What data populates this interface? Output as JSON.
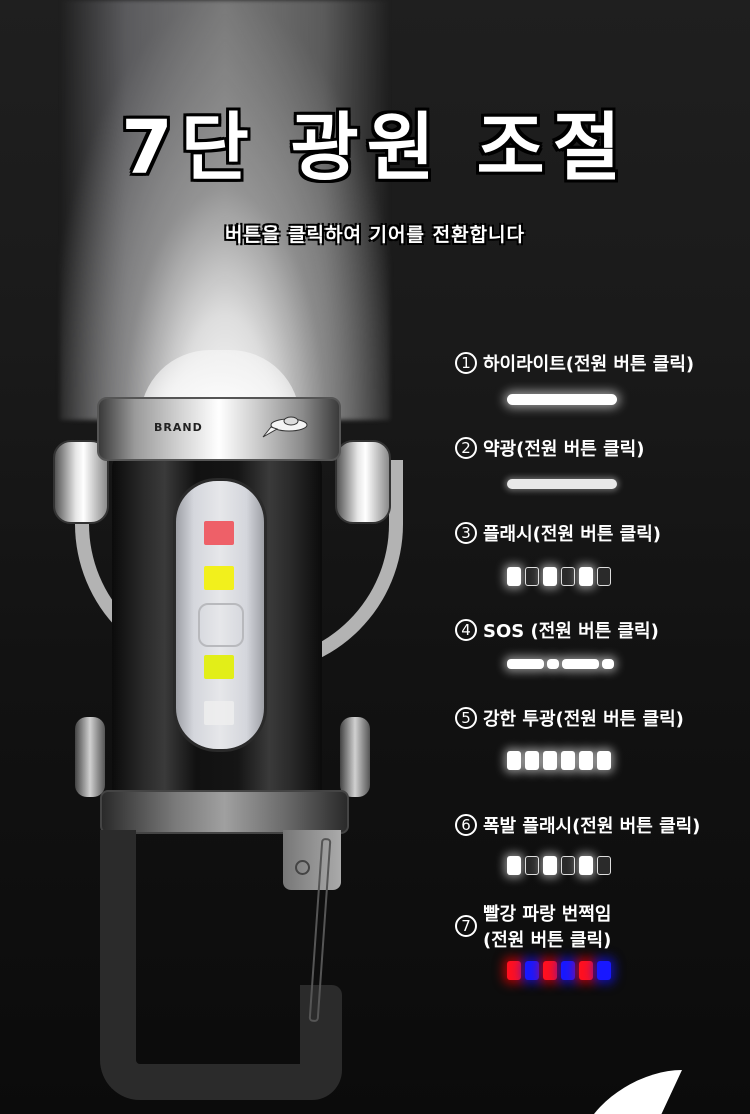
{
  "header": {
    "title": "7단 광원 조절",
    "subtitle": "버튼을 클릭하여 기어를 전환합니다"
  },
  "product": {
    "brand_text": "BRAND",
    "logo_icon": "shark-ufo-logo",
    "led_colors": [
      "#ee6068",
      "#f2f01c",
      "#e2ee18",
      "#efefef"
    ]
  },
  "modes": [
    {
      "number": "1",
      "label": "하이라이트(전원 버튼 클릭)",
      "pattern": "solid-bright"
    },
    {
      "number": "2",
      "label": "약광(전원 버튼 클릭)",
      "pattern": "solid-dim"
    },
    {
      "number": "3",
      "label": "플래시(전원 버튼 클릭)",
      "pattern": [
        "on",
        "off",
        "on",
        "off",
        "on",
        "off"
      ]
    },
    {
      "number": "4",
      "label": "SOS (전원 버튼 클릭)",
      "pattern": "long-short-long-short"
    },
    {
      "number": "5",
      "label": "강한 투광(전원 버튼 클릭)",
      "pattern": [
        "on",
        "on",
        "on",
        "on",
        "on",
        "on"
      ]
    },
    {
      "number": "6",
      "label": "폭발 플래시(전원 버튼 클릭)",
      "pattern": [
        "on",
        "off",
        "on",
        "off",
        "on",
        "off"
      ]
    },
    {
      "number": "7",
      "label_line1": "빨강 파랑 번쩍임",
      "label_line2": "(전원 버튼 클릭)",
      "pattern": [
        "red",
        "blue",
        "red",
        "blue",
        "red",
        "blue"
      ]
    }
  ],
  "colors": {
    "background": "#1a1a1a",
    "text": "#ffffff",
    "red_led": "#ff1020",
    "blue_led": "#1818ff"
  }
}
